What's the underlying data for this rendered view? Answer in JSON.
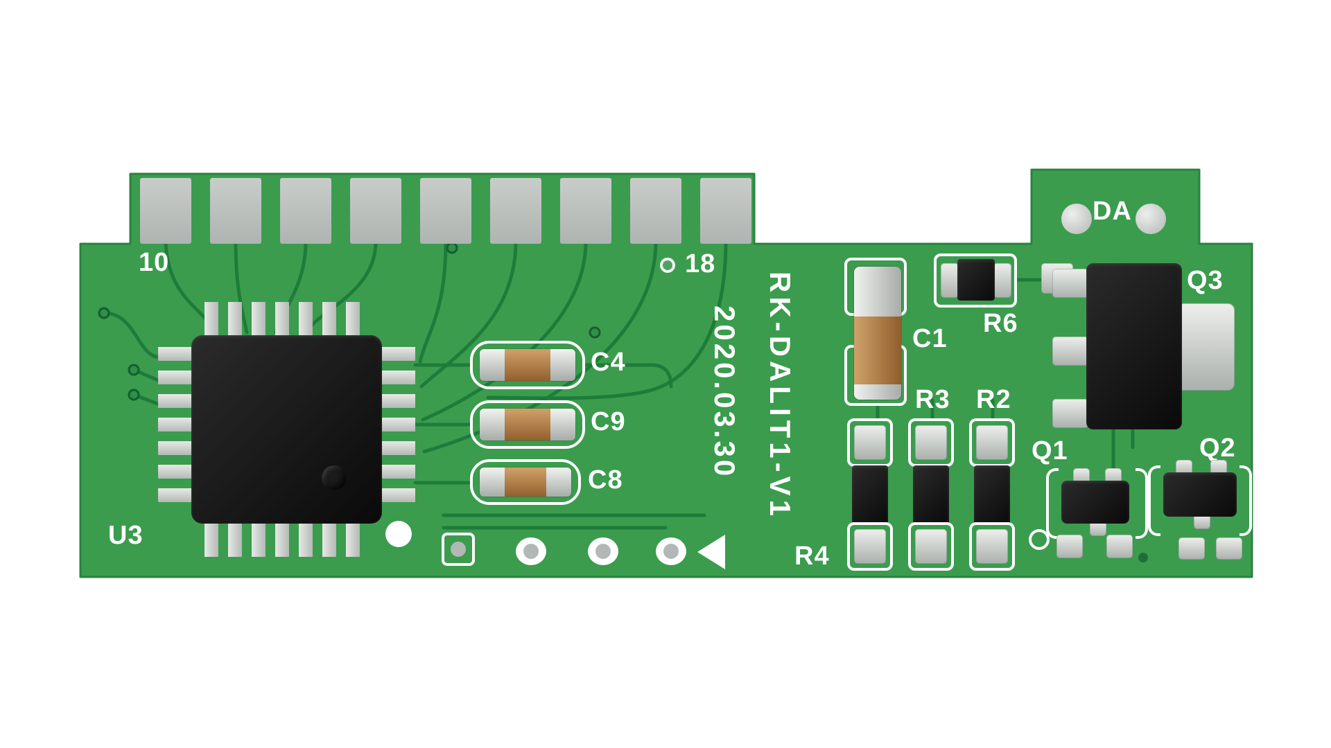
{
  "board": {
    "colors": {
      "substrate": "#3b9c4e",
      "trace": "#1e7c3a",
      "edge": "#2a8240",
      "finger_pad": "#bcc0bf",
      "silver": "#d6d9d6",
      "component_black": "#131313",
      "capacitor_tan": "#b5854e",
      "silkscreen": "#ffffff"
    },
    "connector": {
      "pin_start": "10",
      "pin_end": "18",
      "finger_count": 9
    },
    "silkscreen": {
      "model": "RK-DALIT1-V1",
      "date": "2020.03.30",
      "da": "DA"
    },
    "designators": {
      "u3": "U3",
      "c4": "C4",
      "c9": "C9",
      "c8": "C8",
      "c1": "C1",
      "r6": "R6",
      "r4": "R4",
      "r3": "R3",
      "r2": "R2",
      "q1": "Q1",
      "q2": "Q2",
      "q3": "Q3"
    }
  }
}
